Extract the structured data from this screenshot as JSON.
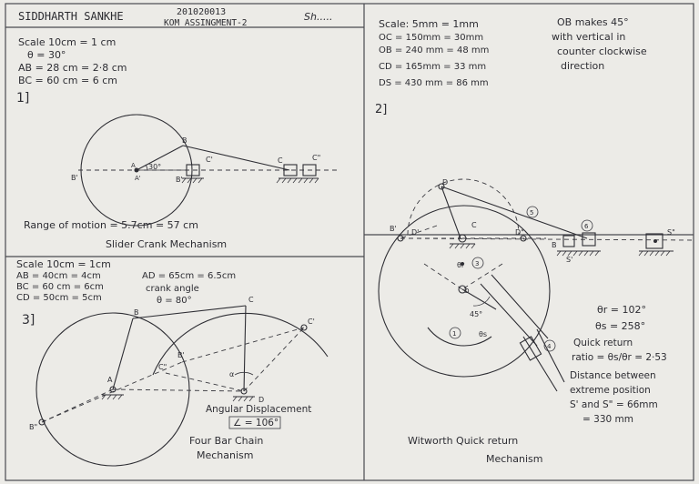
{
  "header": {
    "name": "SIDDHARTH  SANKHE",
    "roll": "201020013",
    "assignment": "KOM ASSINGMENT-2",
    "signature": "Sh....."
  },
  "slider_crank": {
    "scale": "Scale  10cm = 1 cm",
    "theta": "θ = 30°",
    "ab": "AB = 28 cm = 2·8 cm",
    "bc": "BC = 60 cm = 6 cm",
    "number": "1]",
    "range": "Range  of  motion  = 5.7cm = 57 cm",
    "title": "Slider  Crank  Mechanism",
    "labels": {
      "a": "A",
      "a2": "A'",
      "b": "B",
      "b1": "B'",
      "b2": "B'",
      "c": "C",
      "c1": "C'",
      "c2": "C\"",
      "angle": "30°"
    }
  },
  "quick_return": {
    "scale": "Scale: 5mm = 1mm",
    "oc": "OC =  150mm  = 30mm",
    "ob": "OB = 240 mm  =  48 mm",
    "cd": "CD =  165mm  =  33 mm",
    "ds": "DS  = 430 mm  =  86 mm",
    "note1": "OB  makes  45°",
    "note2": "with  vertical  in",
    "note3": "counter  clockwise",
    "note4": "direction",
    "number": "2]",
    "theta_r": "θr = 102°",
    "theta_s": "θs = 258°",
    "ratio_label": "Quick  return",
    "ratio_value": "ratio =  θs/θr = 2·53",
    "distance1": "Distance  between",
    "distance2": "extreme  position",
    "distance3": "S' and S\" =  66mm",
    "distance4": "= 330 mm",
    "title1": "Witworth   Quick  return",
    "title2": "Mechanism",
    "labels": {
      "d": "D",
      "d1": "D'",
      "d2": "D\"",
      "b1": "B'",
      "b": "B",
      "c": "C",
      "s": "S",
      "s1": "S'",
      "s2": "S\"",
      "o": "O",
      "angle": "45°",
      "n1": "1",
      "n2": "2",
      "n3": "3",
      "n4": "4",
      "n5": "5",
      "n6": "6",
      "theta_r": "θr",
      "theta_s": "θs"
    }
  },
  "four_bar": {
    "scale": "Scale  10cm =  1cm",
    "ab": "AB = 40cm = 4cm",
    "bc": "BC = 60 cm = 6cm",
    "cd": "CD = 50cm = 5cm",
    "ad": "AD = 65cm =  6.5cm",
    "crank_angle": "crank  angle",
    "theta": "θ = 80°",
    "number": "3]",
    "angular_label": "Angular  Displacement",
    "angular_value": "∠ = 106°",
    "title1": "Four  Bar    Chain",
    "title2": "Mechanism",
    "labels": {
      "a": "A",
      "b": "B",
      "b1": "B'",
      "b2": "B\"",
      "c": "C",
      "c1": "C'",
      "c2": "C\"",
      "d": "D",
      "alpha": "α"
    }
  }
}
